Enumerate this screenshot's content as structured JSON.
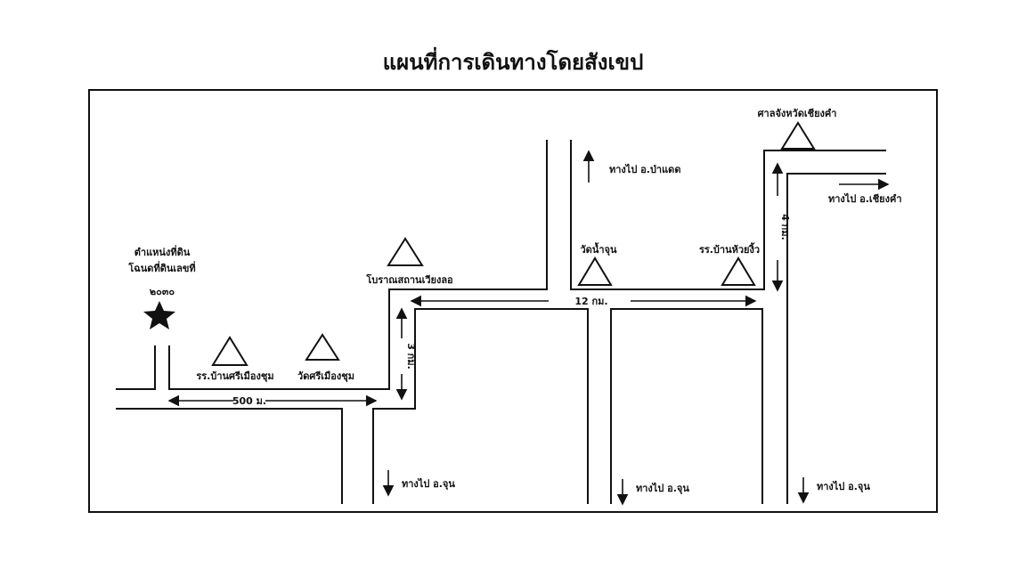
{
  "title": "แผนที่การเดินทางโดยสังเขป",
  "location_label": {
    "line1": "ตำแหน่งที่ดิน",
    "line2": "โฉนดที่ดินเลขที่",
    "line3": "๒๐๓๐"
  },
  "landmarks": {
    "school_sri_mueang_chum": "รร.บ้านศรีเมืองชุม",
    "wat_sri_mueang_chum": "วัดศรีเมืองชุม",
    "ancient_site": "โบราณสถานเวียงลอ",
    "wat_nam_chun": "วัดน้ำจุน",
    "school_huai_ngio": "รร.บ้านห้วยงิ้ว",
    "shrine_chiang_kham": "ศาลจังหวัดเชียงคำ"
  },
  "directions": {
    "to_pa_daet": "ทางไป อ.ป่าแดด",
    "to_chiang_kham": "ทางไป อ.เชียงคำ",
    "to_chun_1": "ทางไป อ.จุน",
    "to_chun_2": "ทางไป อ.จุน",
    "to_chun_3": "ทางไป อ.จุน"
  },
  "distances": {
    "d500m": "500 ม.",
    "d3km": "3 กม.",
    "d12km": "12 กม.",
    "d4km": "4 กม."
  },
  "colors": {
    "ink": "#111111",
    "background": "#ffffff"
  }
}
